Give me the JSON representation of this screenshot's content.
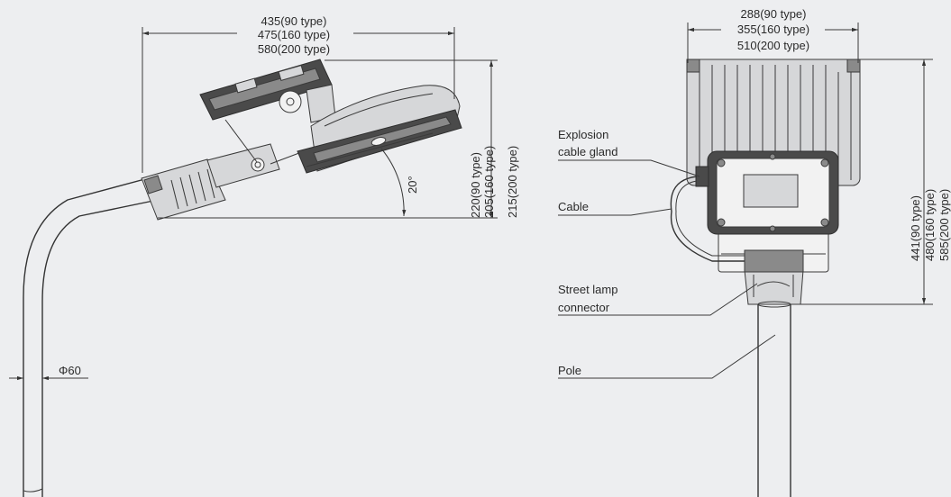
{
  "side_view": {
    "width_dims": [
      "435(90 type)",
      "475(160 type)",
      "580(200 type)"
    ],
    "height_dims": [
      "220(90 type)",
      "205(160 type)",
      "215(200 type)"
    ],
    "tilt_angle": "20°",
    "pole_diameter": "Φ60"
  },
  "front_view": {
    "width_dims": [
      "288(90 type)",
      "355(160 type)",
      "510(200 type)"
    ],
    "height_dims": [
      "441(90 type)",
      "480(160 type)",
      "585(200 type)"
    ],
    "callouts": {
      "explosion_gland": [
        "Explosion",
        "cable gland"
      ],
      "cable": "Cable",
      "connector": [
        "Street lamp",
        "connector"
      ],
      "pole": "Pole"
    }
  }
}
